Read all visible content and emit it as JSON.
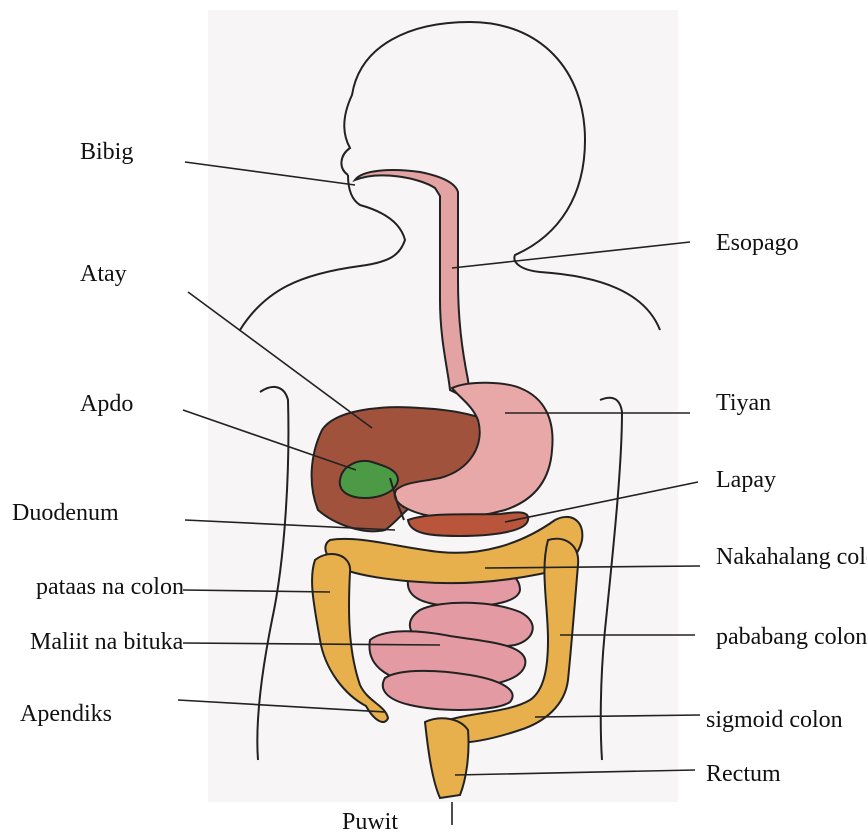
{
  "labels": {
    "bibig": "Bibig",
    "atay": "Atay",
    "apdo": "Apdo",
    "duodenum": "Duodenum",
    "pataas": "pataas na colon",
    "maliit": "Maliit na bituka",
    "apendiks": "Apendiks",
    "puwit": "Puwit",
    "esopago": "Esopago",
    "tiyan": "Tiyan",
    "lapay": "Lapay",
    "nakahalang": "Nakahalang colon",
    "pababang": "pababang colon",
    "sigmoid": "sigmoid colon",
    "rectum": "Rectum"
  },
  "colors": {
    "liver": "#a0523d",
    "gallbladder": "#4c9a45",
    "esophagus": "#e3a3a3",
    "stomach": "#e8a8a8",
    "colon": "#e8b04c",
    "small_intestine": "#e49aa2",
    "pancreas": "#b8553a",
    "outline": "#222222"
  }
}
